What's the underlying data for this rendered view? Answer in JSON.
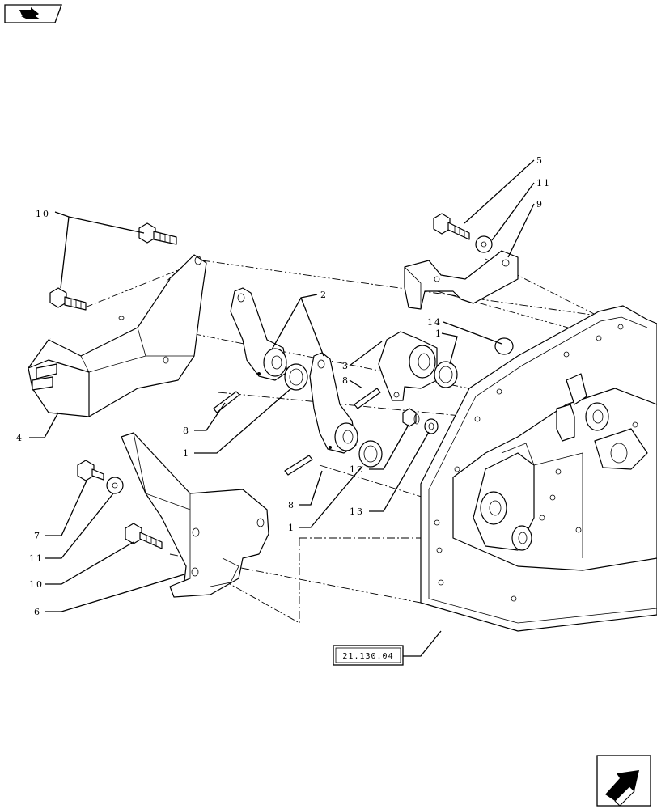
{
  "nav": {
    "top_left_icon": "book-arrow-icon",
    "bottom_right_icon": "next-page-arrow-icon"
  },
  "reference_box": {
    "label": "21.130.04"
  },
  "callouts": {
    "c10_top": "10",
    "c5": "5",
    "c11_top": "11",
    "c9": "9",
    "c2": "2",
    "c14": "14",
    "c1_right": "1",
    "c3": "3",
    "c8_mid": "8",
    "c4": "4",
    "c8_left": "8",
    "c1_left": "1",
    "c12": "12",
    "c13": "13",
    "c8_low": "8",
    "c1_low": "1",
    "c7": "7",
    "c11_low": "11",
    "c10_low": "10",
    "c6": "6"
  }
}
